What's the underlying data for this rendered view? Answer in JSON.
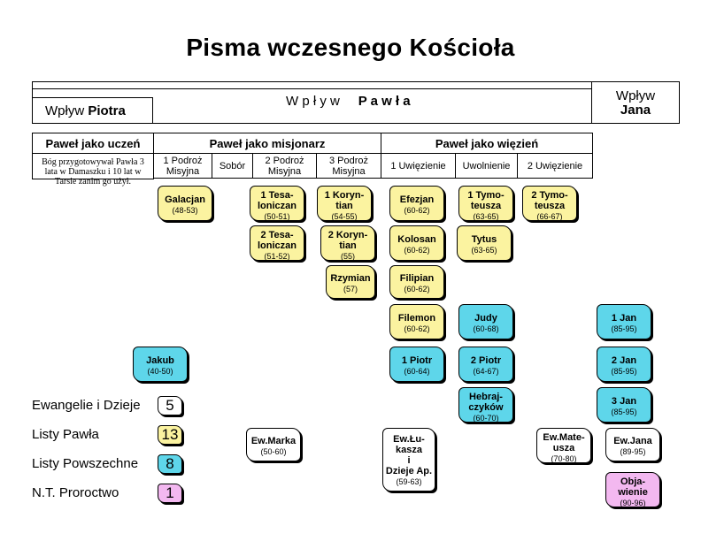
{
  "title": "Pisma wczesnego Kościoła",
  "influence": {
    "piotr_prefix": "Wpływ ",
    "piotr_name": "Piotra",
    "pawel_prefix": "W p ł y w",
    "pawel_name": "P a w ł a",
    "jan_prefix": "Wpływ",
    "jan_name": "Jana"
  },
  "columns": {
    "uczen": "Paweł jako uczeń",
    "misjonarz": "Paweł jako misjonarz",
    "wiezien": "Paweł jako więzień"
  },
  "subcolumns": {
    "uczen_note": "Bóg przygotowywał Pawła 3 lata w Damaszku i 10 lat w Tarsie zanim go użył.",
    "podroz1": "1 Podroż Misyjna",
    "sobor": "Sobór",
    "podroz2": "2 Podroż Misyjna",
    "podroz3": "3 Podroż Misyjna",
    "uwiezienie1": "1 Uwięzienie",
    "uwolnienie": "Uwolnienie",
    "uwiezienie2": "2 Uwięzienie"
  },
  "books": {
    "galacjan": {
      "name": "Galacjan",
      "date": "(48-53)"
    },
    "tes1": {
      "name": "1 Tesa-\nloniczan",
      "date": "(50-51)"
    },
    "tes2": {
      "name": "2 Tesa-\nloniczan",
      "date": "(51-52)"
    },
    "kor1": {
      "name": "1 Koryn-\ntian",
      "date": "(54-55)"
    },
    "kor2": {
      "name": "2 Koryn-\ntian",
      "date": "(55)"
    },
    "rzymian": {
      "name": "Rzymian",
      "date": "(57)"
    },
    "efezjan": {
      "name": "Efezjan",
      "date": "(60-62)"
    },
    "kolosan": {
      "name": "Kolosan",
      "date": "(60-62)"
    },
    "filipian": {
      "name": "Filipian",
      "date": "(60-62)"
    },
    "filemon": {
      "name": "Filemon",
      "date": "(60-62)"
    },
    "tym1": {
      "name": "1 Tymo-\nteusza",
      "date": "(63-65)"
    },
    "tytus": {
      "name": "Tytus",
      "date": "(63-65)"
    },
    "tym2": {
      "name": "2 Tymo-\nteusza",
      "date": "(66-67)"
    },
    "judy": {
      "name": "Judy",
      "date": "(60-68)"
    },
    "piotr2": {
      "name": "2 Piotr",
      "date": "(64-67)"
    },
    "hebr": {
      "name": "Hebraj-\nczyków",
      "date": "(60-70)"
    },
    "piotr1": {
      "name": "1 Piotr",
      "date": "(60-64)"
    },
    "jakub": {
      "name": "Jakub",
      "date": "(40-50)"
    },
    "jan1": {
      "name": "1 Jan",
      "date": "(85-95)"
    },
    "jan2": {
      "name": "2 Jan",
      "date": "(85-95)"
    },
    "jan3": {
      "name": "3 Jan",
      "date": "(85-95)"
    },
    "ewmarka": {
      "name": "Ew.Marka",
      "date": "(50-60)"
    },
    "ewlukasza": {
      "name": "Ew.Łu-\nkasza\ni\nDzieje Ap.",
      "date": "(59-63)"
    },
    "ewmateusza": {
      "name": "Ew.Mate-\nusza",
      "date": "(70-80)"
    },
    "ewjana": {
      "name": "Ew.Jana",
      "date": "(89-95)"
    },
    "objawienie": {
      "name": "Obja-\nwienie",
      "date": "(90-96)"
    }
  },
  "legend": [
    {
      "label": "Ewangelie i Dzieje",
      "count": "5",
      "color": "#ffffff"
    },
    {
      "label": "Listy Pawła",
      "count": "13",
      "color": "#fbf3a0"
    },
    {
      "label": "Listy Powszechne",
      "count": "8",
      "color": "#5ed6ea"
    },
    {
      "label": "N.T. Proroctwo",
      "count": "1",
      "color": "#f3b8f0"
    }
  ]
}
